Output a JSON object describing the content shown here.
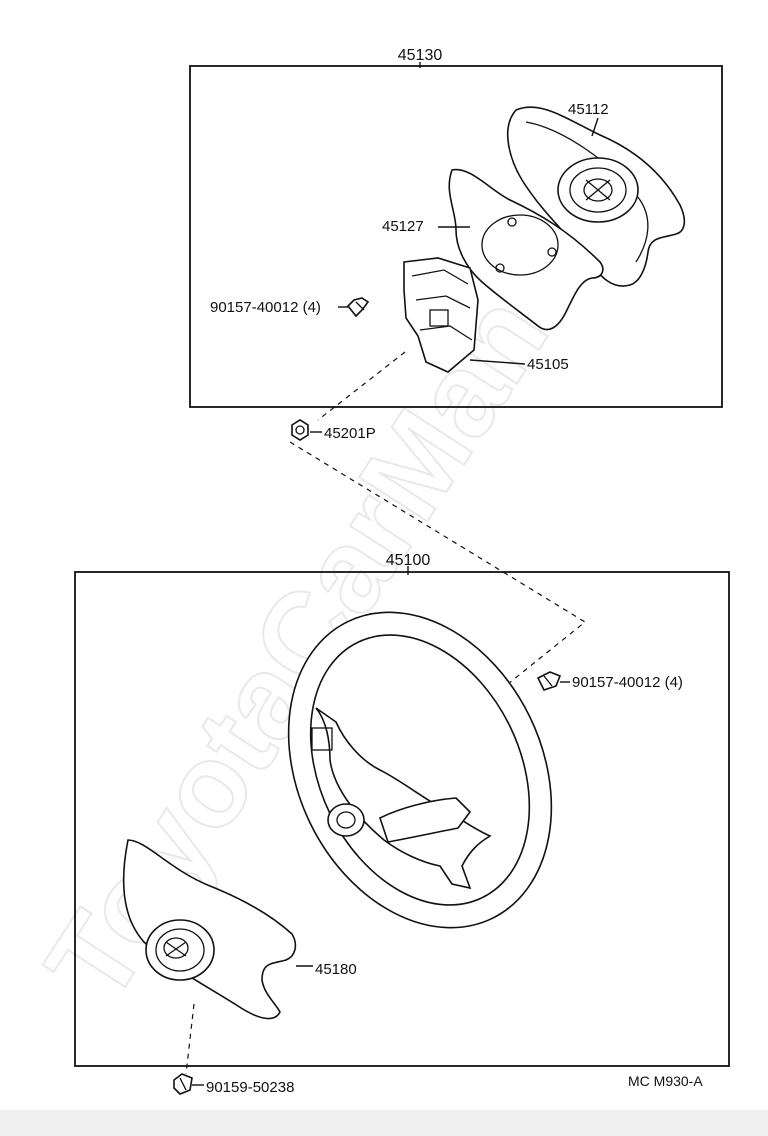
{
  "watermark": "ToyotaCarManu",
  "figure_code": "MC M930-A",
  "groups": {
    "upper": {
      "number": "45130"
    },
    "lower": {
      "number": "45100"
    }
  },
  "parts": {
    "p45112": "45112",
    "p45127": "45127",
    "p90157_upper": "90157-40012 (4)",
    "p45105": "45105",
    "p45201P": "45201P",
    "p90157_lower": "90157-40012 (4)",
    "p45180": "45180",
    "p90159": "90159-50238"
  }
}
